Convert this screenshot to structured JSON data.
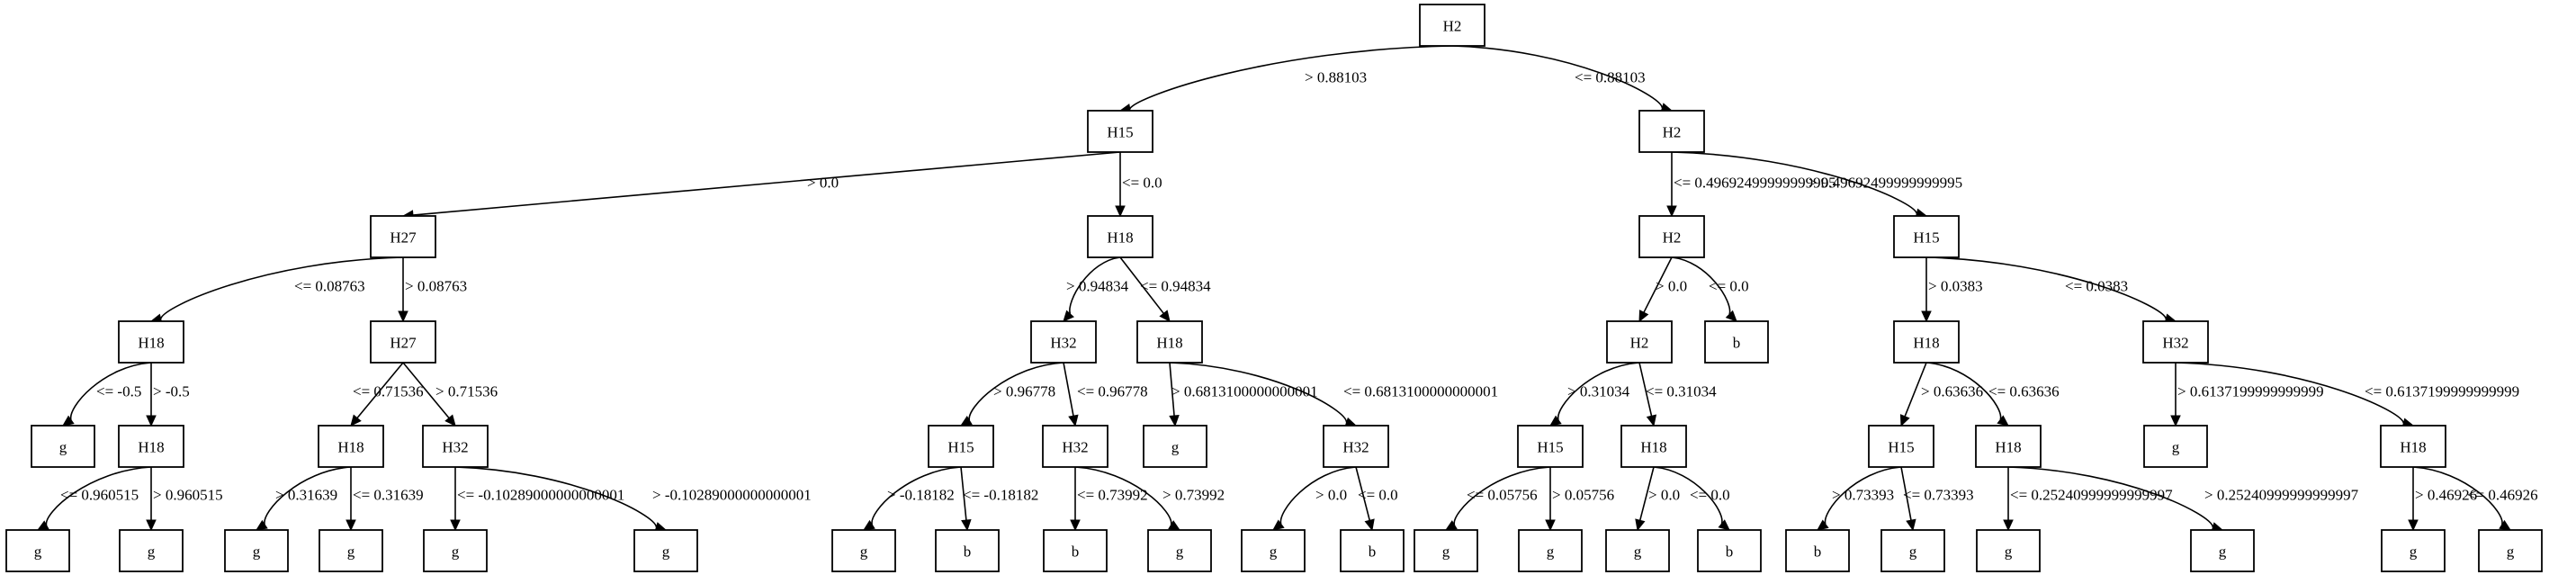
{
  "diagram": {
    "nodes": [
      {
        "id": "n0",
        "label": "H2"
      },
      {
        "id": "n1",
        "label": "H15"
      },
      {
        "id": "n2",
        "label": "H2"
      },
      {
        "id": "n3",
        "label": "H27"
      },
      {
        "id": "n4",
        "label": "H18"
      },
      {
        "id": "n5",
        "label": "H2"
      },
      {
        "id": "n6",
        "label": "H15"
      },
      {
        "id": "n7",
        "label": "H18"
      },
      {
        "id": "n8",
        "label": "H27"
      },
      {
        "id": "n9",
        "label": "H32"
      },
      {
        "id": "n10",
        "label": "H18"
      },
      {
        "id": "n11",
        "label": "H2"
      },
      {
        "id": "n12",
        "label": "b"
      },
      {
        "id": "n13",
        "label": "H18"
      },
      {
        "id": "n14",
        "label": "H32"
      },
      {
        "id": "n15",
        "label": "g"
      },
      {
        "id": "n16",
        "label": "H18"
      },
      {
        "id": "n17",
        "label": "H18"
      },
      {
        "id": "n18",
        "label": "H32"
      },
      {
        "id": "n19",
        "label": "H15"
      },
      {
        "id": "n20",
        "label": "H32"
      },
      {
        "id": "n21",
        "label": "g"
      },
      {
        "id": "n22",
        "label": "H32"
      },
      {
        "id": "n23",
        "label": "H15"
      },
      {
        "id": "n24",
        "label": "H18"
      },
      {
        "id": "n25",
        "label": "H15"
      },
      {
        "id": "n26",
        "label": "H18"
      },
      {
        "id": "n27",
        "label": "g"
      },
      {
        "id": "n28",
        "label": "H18"
      },
      {
        "id": "n29",
        "label": "g"
      },
      {
        "id": "n30",
        "label": "g"
      },
      {
        "id": "n31",
        "label": "g"
      },
      {
        "id": "n32",
        "label": "g"
      },
      {
        "id": "n33",
        "label": "g"
      },
      {
        "id": "n34",
        "label": "g"
      },
      {
        "id": "n35",
        "label": "g"
      },
      {
        "id": "n36",
        "label": "b"
      },
      {
        "id": "n37",
        "label": "b"
      },
      {
        "id": "n38",
        "label": "g"
      },
      {
        "id": "n39",
        "label": "g"
      },
      {
        "id": "n40",
        "label": "b"
      },
      {
        "id": "n41",
        "label": "g"
      },
      {
        "id": "n42",
        "label": "g"
      },
      {
        "id": "n43",
        "label": "g"
      },
      {
        "id": "n44",
        "label": "b"
      },
      {
        "id": "n45",
        "label": "b"
      },
      {
        "id": "n46",
        "label": "g"
      },
      {
        "id": "n47",
        "label": "g"
      },
      {
        "id": "n48",
        "label": "g"
      },
      {
        "id": "n49",
        "label": "g"
      },
      {
        "id": "n50",
        "label": "g"
      }
    ],
    "edges": [
      {
        "from": "n0",
        "to": "n1",
        "label": "> 0.88103"
      },
      {
        "from": "n0",
        "to": "n2",
        "label": "<= 0.88103"
      },
      {
        "from": "n1",
        "to": "n3",
        "label": "> 0.0"
      },
      {
        "from": "n1",
        "to": "n4",
        "label": "<= 0.0"
      },
      {
        "from": "n2",
        "to": "n5",
        "label": "<= 0.49692499999999995"
      },
      {
        "from": "n2",
        "to": "n6",
        "label": "> 0.49692499999999995"
      },
      {
        "from": "n3",
        "to": "n7",
        "label": "<= 0.08763"
      },
      {
        "from": "n3",
        "to": "n8",
        "label": "> 0.08763"
      },
      {
        "from": "n4",
        "to": "n9",
        "label": "> 0.94834"
      },
      {
        "from": "n4",
        "to": "n10",
        "label": "<= 0.94834"
      },
      {
        "from": "n5",
        "to": "n11",
        "label": "> 0.0"
      },
      {
        "from": "n5",
        "to": "n12",
        "label": "<= 0.0"
      },
      {
        "from": "n6",
        "to": "n13",
        "label": "> 0.0383"
      },
      {
        "from": "n6",
        "to": "n14",
        "label": "<= 0.0383"
      },
      {
        "from": "n7",
        "to": "n15",
        "label": "<= -0.5"
      },
      {
        "from": "n7",
        "to": "n16",
        "label": "> -0.5"
      },
      {
        "from": "n8",
        "to": "n17",
        "label": "<= 0.71536"
      },
      {
        "from": "n8",
        "to": "n18",
        "label": "> 0.71536"
      },
      {
        "from": "n9",
        "to": "n19",
        "label": "> 0.96778"
      },
      {
        "from": "n9",
        "to": "n20",
        "label": "<= 0.96778"
      },
      {
        "from": "n10",
        "to": "n21",
        "label": "> 0.6813100000000001"
      },
      {
        "from": "n10",
        "to": "n22",
        "label": "<= 0.6813100000000001"
      },
      {
        "from": "n11",
        "to": "n23",
        "label": "> 0.31034"
      },
      {
        "from": "n11",
        "to": "n24",
        "label": "<= 0.31034"
      },
      {
        "from": "n13",
        "to": "n25",
        "label": "> 0.63636"
      },
      {
        "from": "n13",
        "to": "n26",
        "label": "<= 0.63636"
      },
      {
        "from": "n14",
        "to": "n27",
        "label": "> 0.6137199999999999"
      },
      {
        "from": "n14",
        "to": "n28",
        "label": "<= 0.6137199999999999"
      },
      {
        "from": "n16",
        "to": "n29",
        "label": "<= 0.960515"
      },
      {
        "from": "n16",
        "to": "n30",
        "label": "> 0.960515"
      },
      {
        "from": "n17",
        "to": "n31",
        "label": "> 0.31639"
      },
      {
        "from": "n17",
        "to": "n32",
        "label": "<= 0.31639"
      },
      {
        "from": "n18",
        "to": "n33",
        "label": "<= -0.10289000000000001"
      },
      {
        "from": "n18",
        "to": "n34",
        "label": "> -0.10289000000000001"
      },
      {
        "from": "n19",
        "to": "n35",
        "label": "> -0.18182"
      },
      {
        "from": "n19",
        "to": "n36",
        "label": "<= -0.18182"
      },
      {
        "from": "n20",
        "to": "n37",
        "label": "<= 0.73992"
      },
      {
        "from": "n20",
        "to": "n38",
        "label": "> 0.73992"
      },
      {
        "from": "n22",
        "to": "n39",
        "label": "> 0.0"
      },
      {
        "from": "n22",
        "to": "n40",
        "label": "<= 0.0"
      },
      {
        "from": "n23",
        "to": "n41",
        "label": "<= 0.05756"
      },
      {
        "from": "n23",
        "to": "n42",
        "label": "> 0.05756"
      },
      {
        "from": "n24",
        "to": "n43",
        "label": "> 0.0"
      },
      {
        "from": "n24",
        "to": "n44",
        "label": "<= 0.0"
      },
      {
        "from": "n25",
        "to": "n45",
        "label": "> 0.73393"
      },
      {
        "from": "n25",
        "to": "n46",
        "label": "<= 0.73393"
      },
      {
        "from": "n26",
        "to": "n47",
        "label": "<= 0.25240999999999997"
      },
      {
        "from": "n26",
        "to": "n48",
        "label": "> 0.25240999999999997"
      },
      {
        "from": "n28",
        "to": "n49",
        "label": "> 0.46926"
      },
      {
        "from": "n28",
        "to": "n50",
        "label": "<= 0.46926"
      }
    ]
  }
}
